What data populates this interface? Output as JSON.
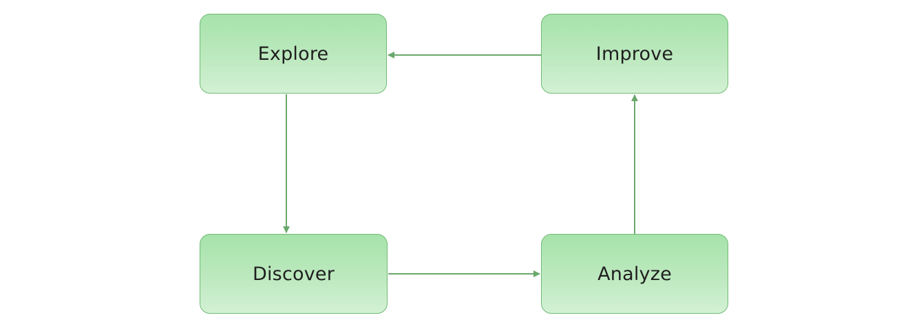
{
  "diagram": {
    "nodes": {
      "explore": "Explore",
      "improve": "Improve",
      "discover": "Discover",
      "analyze": "Analyze"
    },
    "edges": [
      {
        "from": "Explore",
        "to": "Discover"
      },
      {
        "from": "Discover",
        "to": "Analyze"
      },
      {
        "from": "Analyze",
        "to": "Improve"
      },
      {
        "from": "Improve",
        "to": "Explore"
      }
    ],
    "colors": {
      "node_fill_top": "#a6e3aa",
      "node_fill_bottom": "#d3f1d4",
      "node_border": "#6fb873",
      "edge": "#6aa86c"
    }
  }
}
